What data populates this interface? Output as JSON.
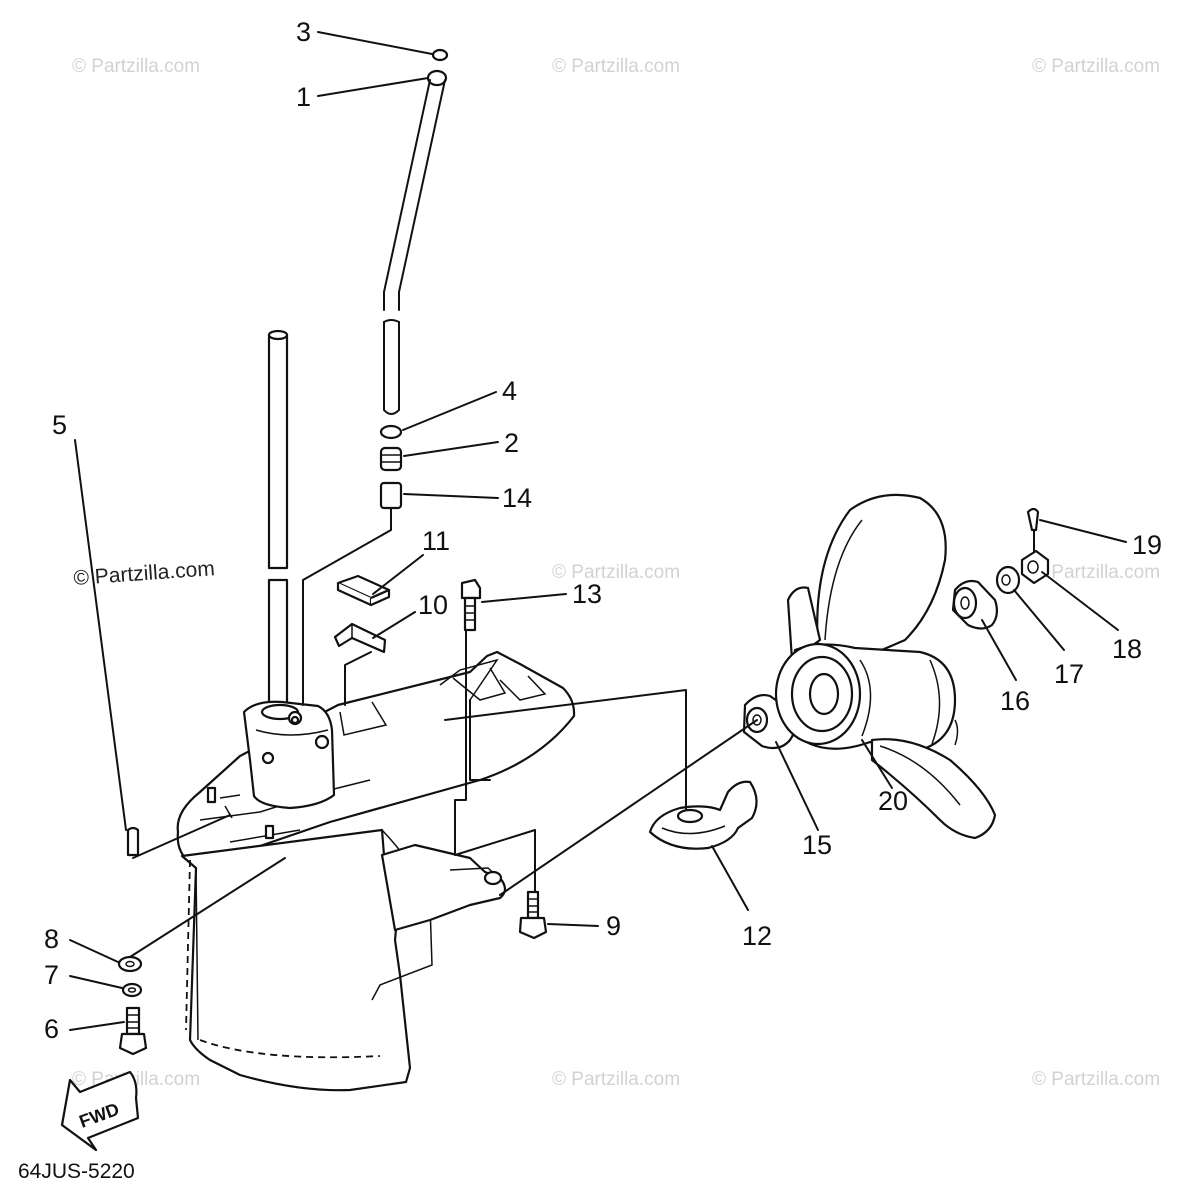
{
  "diagram": {
    "code": "64JUS-5220",
    "direction_label": "FWD",
    "watermark_light": "© Partzilla.com",
    "watermark_dark": "© Partzilla.com",
    "callouts": [
      {
        "id": "c3",
        "label": "3"
      },
      {
        "id": "c1",
        "label": "1"
      },
      {
        "id": "c4",
        "label": "4"
      },
      {
        "id": "c2",
        "label": "2"
      },
      {
        "id": "c14",
        "label": "14"
      },
      {
        "id": "c11",
        "label": "11"
      },
      {
        "id": "c10",
        "label": "10"
      },
      {
        "id": "c13",
        "label": "13"
      },
      {
        "id": "c5",
        "label": "5"
      },
      {
        "id": "c8",
        "label": "8"
      },
      {
        "id": "c7",
        "label": "7"
      },
      {
        "id": "c6",
        "label": "6"
      },
      {
        "id": "c9",
        "label": "9"
      },
      {
        "id": "c12",
        "label": "12"
      },
      {
        "id": "c15",
        "label": "15"
      },
      {
        "id": "c20",
        "label": "20"
      },
      {
        "id": "c16",
        "label": "16"
      },
      {
        "id": "c17",
        "label": "17"
      },
      {
        "id": "c18",
        "label": "18"
      },
      {
        "id": "c19",
        "label": "19"
      }
    ]
  }
}
